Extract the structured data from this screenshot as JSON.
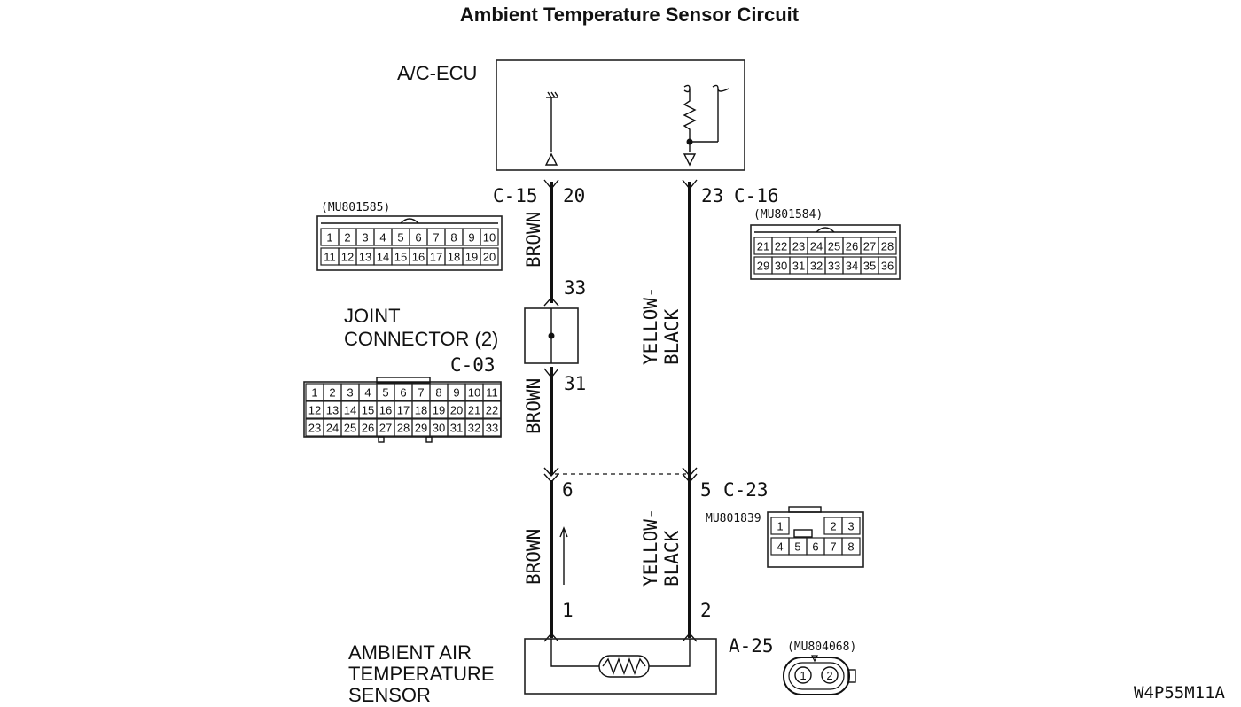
{
  "title": "Ambient Temperature Sensor Circuit",
  "figure_id": "W4P55M11A",
  "ecu": {
    "label": "A/C-ECU"
  },
  "connectors": {
    "c15": {
      "name": "C-15",
      "part": "(MU801585)",
      "rows": [
        [
          "1",
          "2",
          "3",
          "4",
          "5",
          "6",
          "7",
          "8",
          "9",
          "10"
        ],
        [
          "11",
          "12",
          "13",
          "14",
          "15",
          "16",
          "17",
          "18",
          "19",
          "20"
        ]
      ]
    },
    "c16": {
      "name": "C-16",
      "part": "(MU801584)",
      "rows": [
        [
          "21",
          "22",
          "23",
          "24",
          "25",
          "26",
          "27",
          "28"
        ],
        [
          "29",
          "30",
          "31",
          "32",
          "33",
          "34",
          "35",
          "36"
        ]
      ]
    },
    "c03": {
      "name": "C-03",
      "rows": [
        [
          "1",
          "2",
          "3",
          "4",
          "5",
          "6",
          "7",
          "8",
          "9",
          "10",
          "11"
        ],
        [
          "12",
          "13",
          "14",
          "15",
          "16",
          "17",
          "18",
          "19",
          "20",
          "21",
          "22"
        ],
        [
          "23",
          "24",
          "25",
          "26",
          "27",
          "28",
          "29",
          "30",
          "31",
          "32",
          "33"
        ]
      ]
    },
    "c23": {
      "name": "C-23",
      "part": "MU801839",
      "rows": [
        [
          "1",
          "",
          "",
          "2",
          "3"
        ],
        [
          "4",
          "5",
          "6",
          "7",
          "8"
        ]
      ]
    },
    "a25": {
      "name": "A-25",
      "part": "(MU804068)",
      "pins": [
        "1",
        "2"
      ]
    }
  },
  "joint": {
    "line1": "JOINT",
    "line2": "CONNECTOR (2)"
  },
  "sensor": {
    "line1": "AMBIENT AIR",
    "line2": "TEMPERATURE",
    "line3": "SENSOR"
  },
  "pins": {
    "ecu_left": "20",
    "ecu_right": "23",
    "joint_top": "33",
    "joint_bottom": "31",
    "c23_left": "6",
    "c23_right": "5",
    "sensor_left": "1",
    "sensor_right": "2"
  },
  "wires": {
    "brown": "BROWN",
    "yellow_black_line1": "YELLOW-",
    "yellow_black_line2": "BLACK"
  }
}
